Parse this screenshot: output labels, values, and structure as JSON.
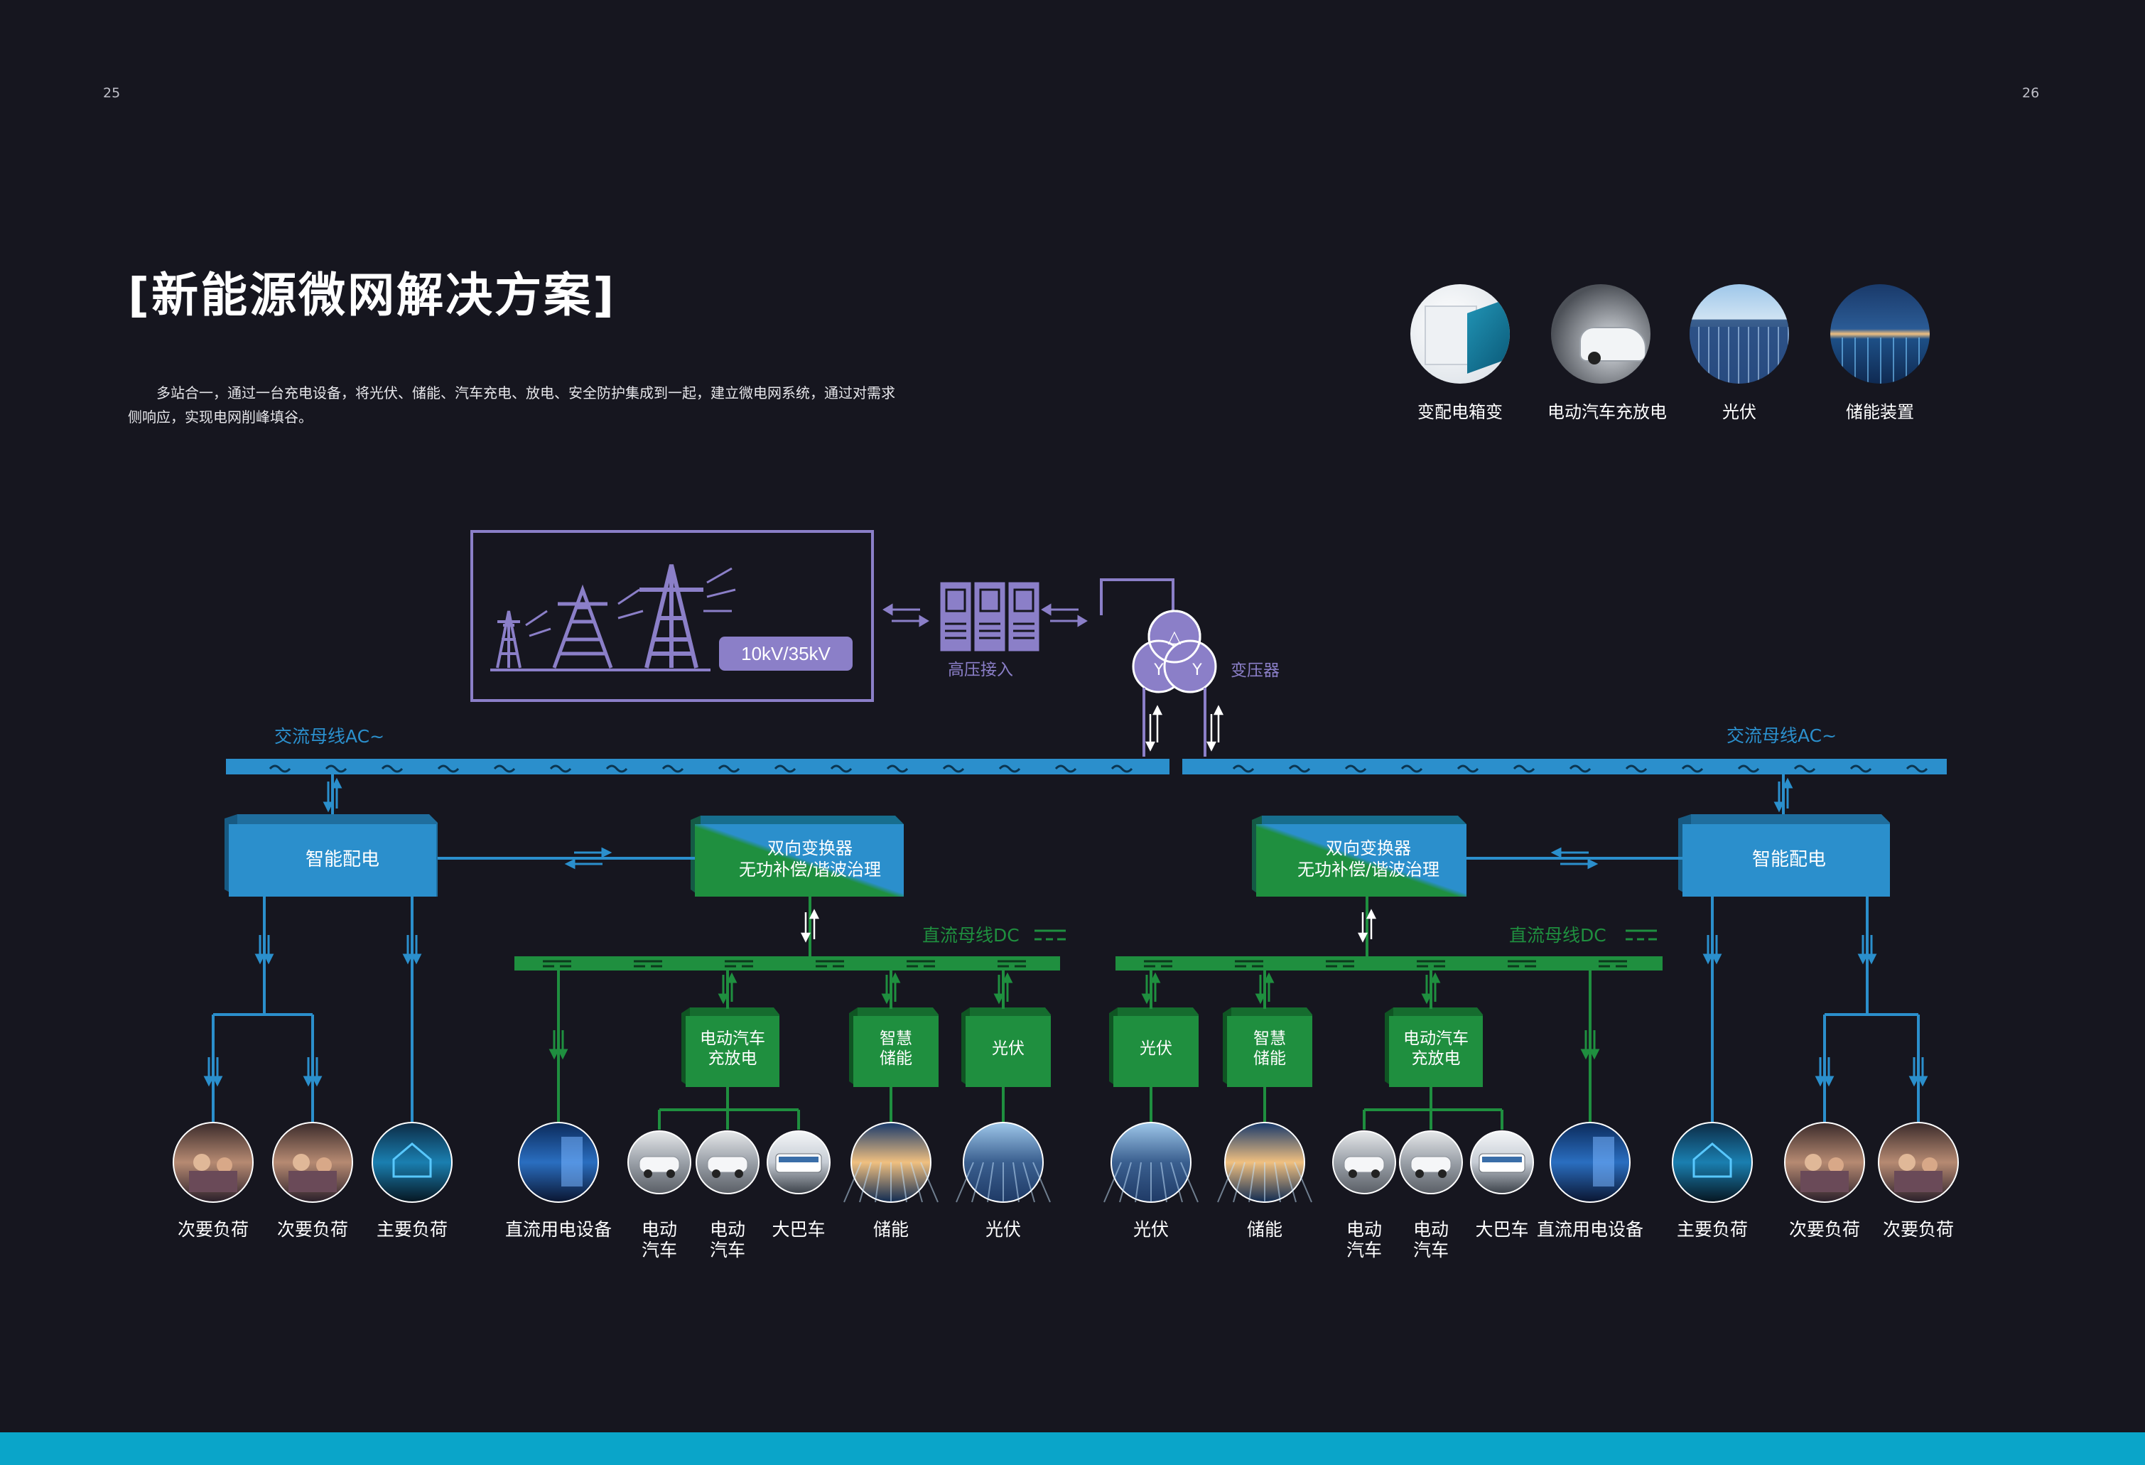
{
  "page": {
    "left_number": "25",
    "right_number": "26",
    "title": "[新能源微网解决方案]",
    "intro": "多站合一，通过一台充电设备，将光伏、储能、汽车充电、放电、安全防护集成到一起，建立微电网系统，通过对需求侧响应，实现电网削峰填谷。"
  },
  "legend": [
    {
      "label": "变配电箱变",
      "icon": "substation-box-photo"
    },
    {
      "label": "电动汽车充放电",
      "icon": "ev-charging-photo"
    },
    {
      "label": "光伏",
      "icon": "solar-panel-photo"
    },
    {
      "label": "储能装置",
      "icon": "energy-storage-photo"
    }
  ],
  "diagram": {
    "grid_voltage": "10kV/35kV",
    "hv_access": "高压接入",
    "transformer": "变压器",
    "transformer_symbols": [
      "△",
      "Y",
      "Y"
    ],
    "ac_bus_left": "交流母线AC~",
    "ac_bus_right": "交流母线AC~",
    "dc_bus_left": "直流母线DC",
    "dc_bus_right": "直流母线DC",
    "smart_dist_left": "智能配电",
    "smart_dist_right": "智能配电",
    "converter_left": [
      "双向变换器",
      "无功补偿/谐波治理"
    ],
    "converter_right": [
      "双向变换器",
      "无功补偿/谐波治理"
    ],
    "green_boxes_left": [
      [
        "电动汽车",
        "充放电"
      ],
      [
        "智慧",
        "储能"
      ],
      [
        "光伏"
      ]
    ],
    "green_boxes_right": [
      [
        "光伏"
      ],
      [
        "智慧",
        "储能"
      ],
      [
        "电动汽车",
        "充放电"
      ]
    ],
    "loads_left": [
      [
        "次要负荷"
      ],
      [
        "次要负荷"
      ],
      [
        "主要负荷"
      ],
      [
        "直流用电设备"
      ],
      [
        "电动",
        "汽车"
      ],
      [
        "电动",
        "汽车"
      ],
      [
        "大巴车"
      ],
      [
        "储能"
      ],
      [
        "光伏"
      ]
    ],
    "loads_right": [
      [
        "光伏"
      ],
      [
        "储能"
      ],
      [
        "电动",
        "汽车"
      ],
      [
        "电动",
        "汽车"
      ],
      [
        "大巴车"
      ],
      [
        "直流用电设备"
      ],
      [
        "主要负荷"
      ],
      [
        "次要负荷"
      ],
      [
        "次要负荷"
      ]
    ]
  },
  "colors": {
    "background": "#16161f",
    "purple": "#8b7fc8",
    "blue": "#2b8fcc",
    "green": "#1f8f3f",
    "cyan_bar": "#0aa5c9"
  }
}
